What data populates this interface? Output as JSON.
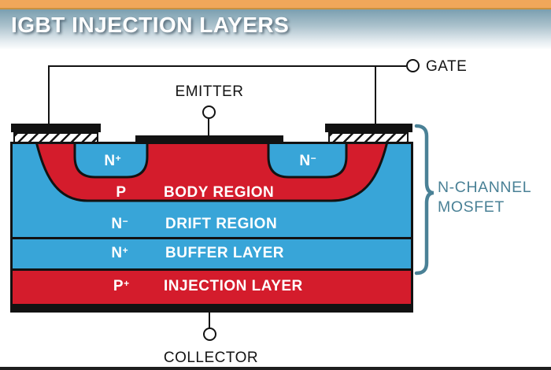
{
  "header": {
    "title": "IGBT INJECTION LAYERS"
  },
  "terminals": {
    "gate": "GATE",
    "emitter": "EMITTER",
    "collector": "COLLECTOR"
  },
  "regions": {
    "nplus_well": {
      "base": "N",
      "sup": "+"
    },
    "nminus_well": {
      "base": "N",
      "sup": "−"
    },
    "body": {
      "base": "P",
      "sup": "",
      "name": "BODY REGION"
    },
    "drift": {
      "base": "N",
      "sup": "−",
      "name": "DRIFT REGION"
    },
    "buffer": {
      "base": "N",
      "sup": "+",
      "name": "BUFFER LAYER"
    },
    "injection": {
      "base": "P",
      "sup": "+",
      "name": "INJECTION LAYER"
    }
  },
  "annotation": {
    "line1": "N-CHANNEL",
    "line2": "MOSFET"
  },
  "colors": {
    "red": "#d41c2c",
    "blue": "#38a5d8",
    "teal": "#4a8196",
    "orange": "#f0a75a",
    "ink": "#121212"
  }
}
